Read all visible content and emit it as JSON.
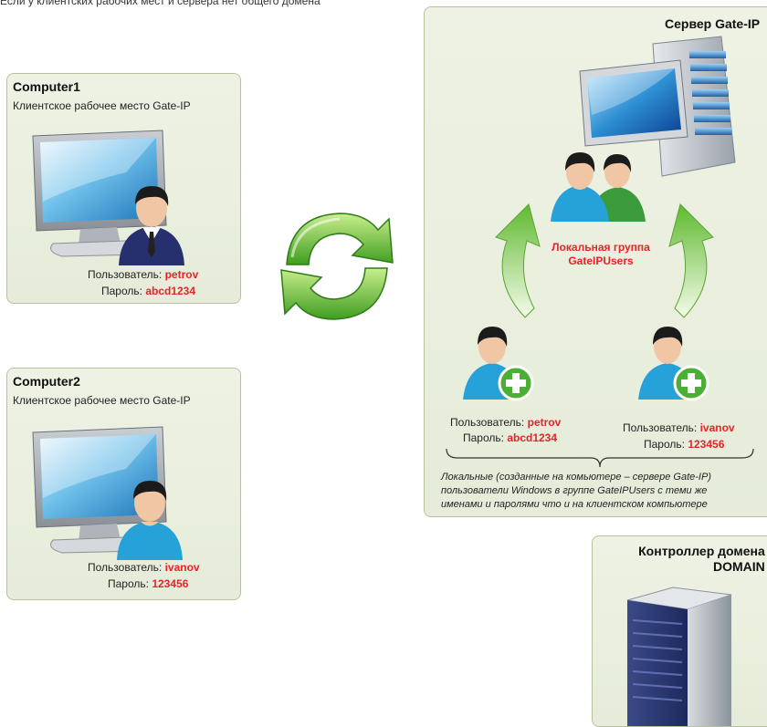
{
  "top_caption": "Если у клиентских рабочих мест и сервера нет общего домена",
  "computer1": {
    "title": "Computer1",
    "subtitle": "Клиентское рабочее место Gate-IP",
    "user_label": "Пользователь:",
    "user_value": "petrov",
    "pass_label": "Пароль:",
    "pass_value": "abcd1234"
  },
  "computer2": {
    "title": "Computer2",
    "subtitle": "Клиентское рабочее место Gate-IP",
    "user_label": "Пользователь:",
    "user_value": "ivanov",
    "pass_label": "Пароль:",
    "pass_value": "123456"
  },
  "server": {
    "title": "Сервер Gate-IP",
    "group_line1": "Локальная группа",
    "group_line2": "GateIPUsers",
    "local_user1": {
      "user_label": "Пользователь:",
      "user_value": "petrov",
      "pass_label": "Пароль:",
      "pass_value": "abcd1234"
    },
    "local_user2": {
      "user_label": "Пользователь:",
      "user_value": "ivanov",
      "pass_label": "Пароль:",
      "pass_value": "123456"
    },
    "note_line1": "Локальные (созданные на комьютере – сервере Gate-IP)",
    "note_line2": "пользователи Windows в группе GateIPUsers с теми же",
    "note_line3": "именами и паролями что и на клиентском компьютере"
  },
  "domain_controller": {
    "title_line1": "Контроллер домена",
    "title_line2": "DOMAIN"
  },
  "colors": {
    "panel_bg": "#e6ecd9",
    "panel_border": "#b7c29d",
    "highlight_red": "#e8232a",
    "arrow_green": "#6fbf3b"
  }
}
